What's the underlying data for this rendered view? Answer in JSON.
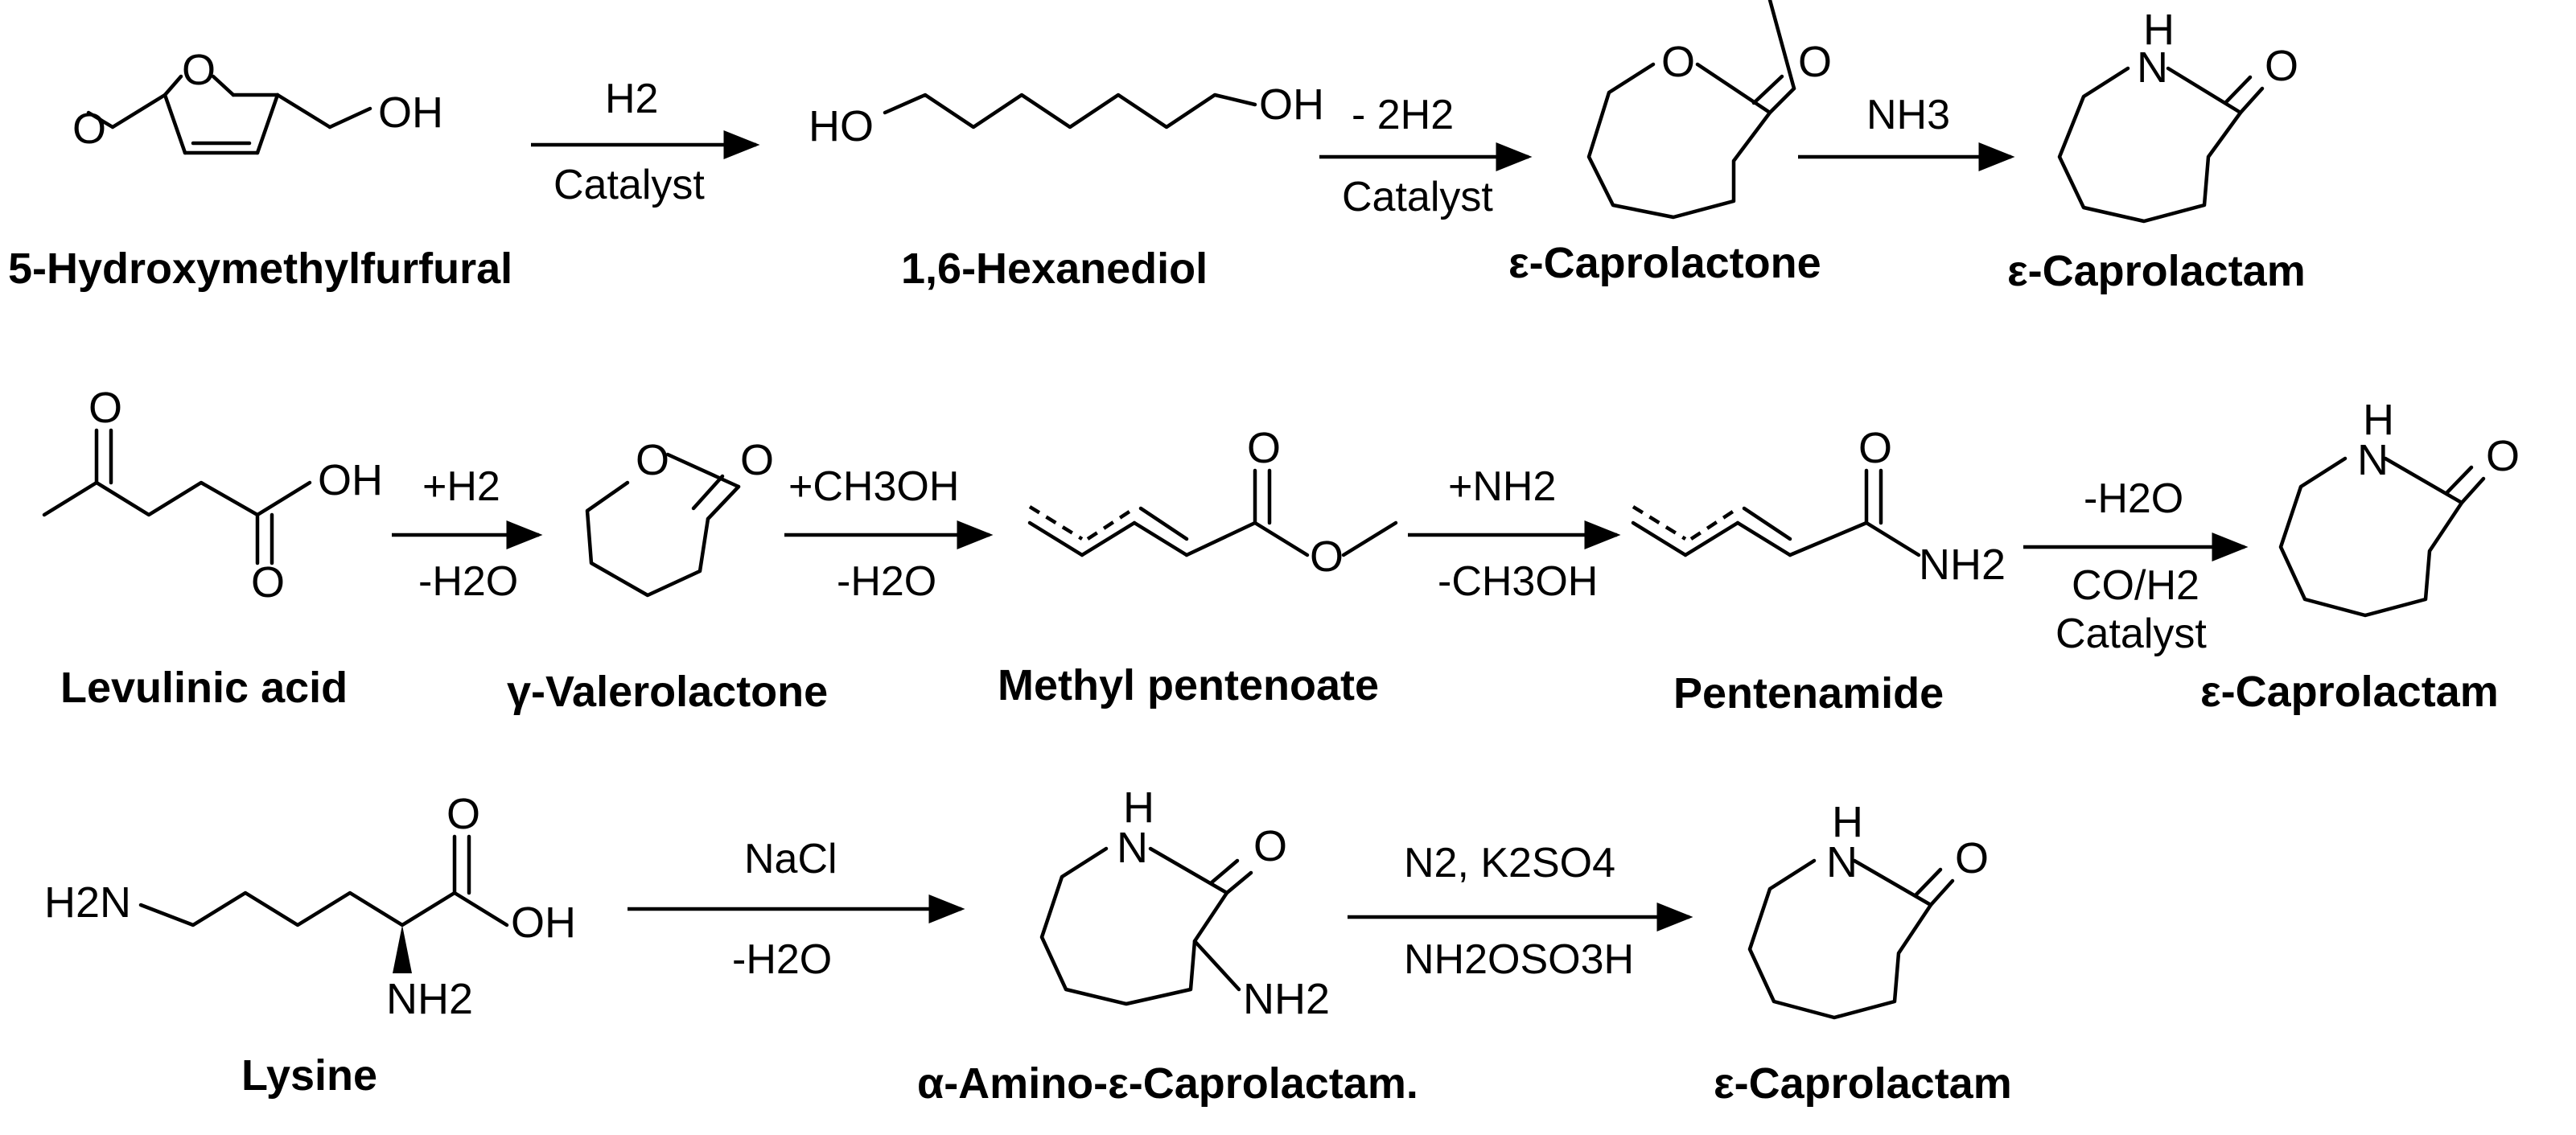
{
  "names": {
    "hmf": "5-Hydroxymethylfurfural",
    "hexanediol": "1,6-Hexanediol",
    "caprolactone": "ε-Caprolactone",
    "caprolactam1": "ε-Caprolactam",
    "levulinic": "Levulinic acid",
    "valerolactone": "γ-Valerolactone",
    "methylpentenoate": "Methyl pentenoate",
    "pentenamide": "Pentenamide",
    "caprolactam2": "ε-Caprolactam",
    "lysine": "Lysine",
    "aminocaprolactam": "α-Amino-ε-Caprolactam.",
    "caprolactam3": "ε-Caprolactam"
  },
  "conditions": {
    "r1_top": "H2",
    "r1_bottom": "Catalyst",
    "r2_top": "- 2H2",
    "r2_bottom": "Catalyst",
    "r3_top": "NH3",
    "r4_top": "+H2",
    "r4_bottom": "-H2O",
    "r5_top": "+CH3OH",
    "r5_bottom": "-H2O",
    "r6_top": "+NH2",
    "r6_bottom": "-CH3OH",
    "r7_top": "-H2O",
    "r7_bottom1": "CO/H2",
    "r7_bottom2": "Catalyst",
    "r8_top": "NaCl",
    "r8_bottom": "-H2O",
    "r9_top": "N2, K2SO4",
    "r9_bottom": "NH2OSO3H"
  },
  "atoms": {
    "O": "O",
    "OH": "OH",
    "HO": "HO",
    "N": "N",
    "H": "H",
    "NH2": "NH2",
    "H2N": "H2N"
  }
}
